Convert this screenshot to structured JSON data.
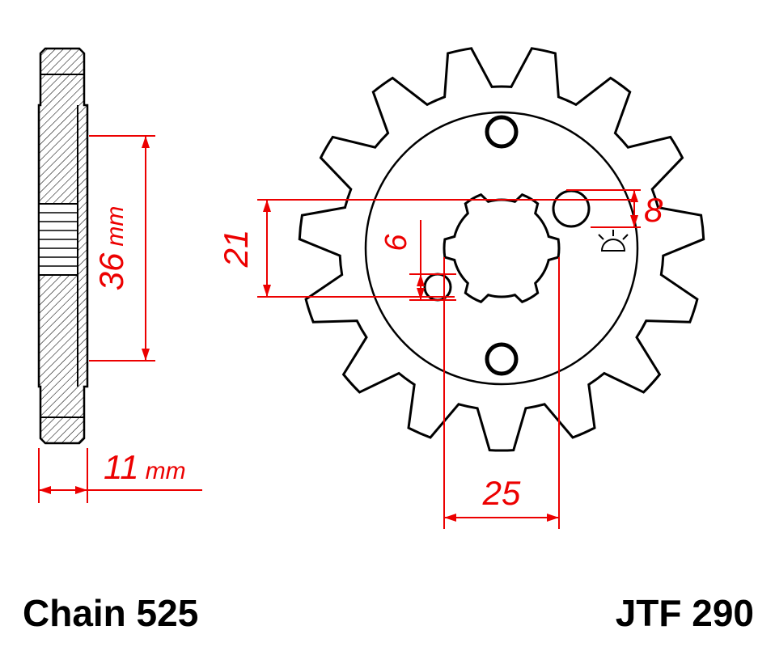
{
  "labels": {
    "chain": "Chain 525",
    "part": "JTF 290"
  },
  "dims": {
    "d36": {
      "value": "36",
      "unit": "mm"
    },
    "d11": {
      "value": "11",
      "unit": "mm"
    },
    "d21": {
      "value": "21"
    },
    "d6": {
      "value": "6"
    },
    "d8": {
      "value": "8"
    },
    "d25": {
      "value": "25"
    }
  },
  "colors": {
    "dimension": "#ec0000",
    "ink": "#000000",
    "background": "#ffffff"
  },
  "sprocket": {
    "teeth": 15,
    "grooves": 6
  }
}
